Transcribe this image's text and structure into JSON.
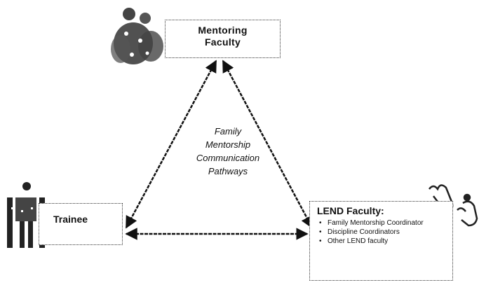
{
  "nodes": {
    "mentoring_faculty": {
      "line1": "Mentoring",
      "line2": "Faculty",
      "icon": "people-group-icon"
    },
    "trainee": {
      "label": "Trainee",
      "icon": "trainee-figure-icon"
    },
    "lend_faculty": {
      "title": "LEND Faculty:",
      "items": [
        "Family Mentorship Coordinator",
        "Discipline Coordinators",
        "Other LEND faculty"
      ],
      "icon": "hands-icon"
    }
  },
  "center": {
    "line1": "Family",
    "line2": "Mentorship",
    "line3": "Communication",
    "line4": "Pathways"
  }
}
